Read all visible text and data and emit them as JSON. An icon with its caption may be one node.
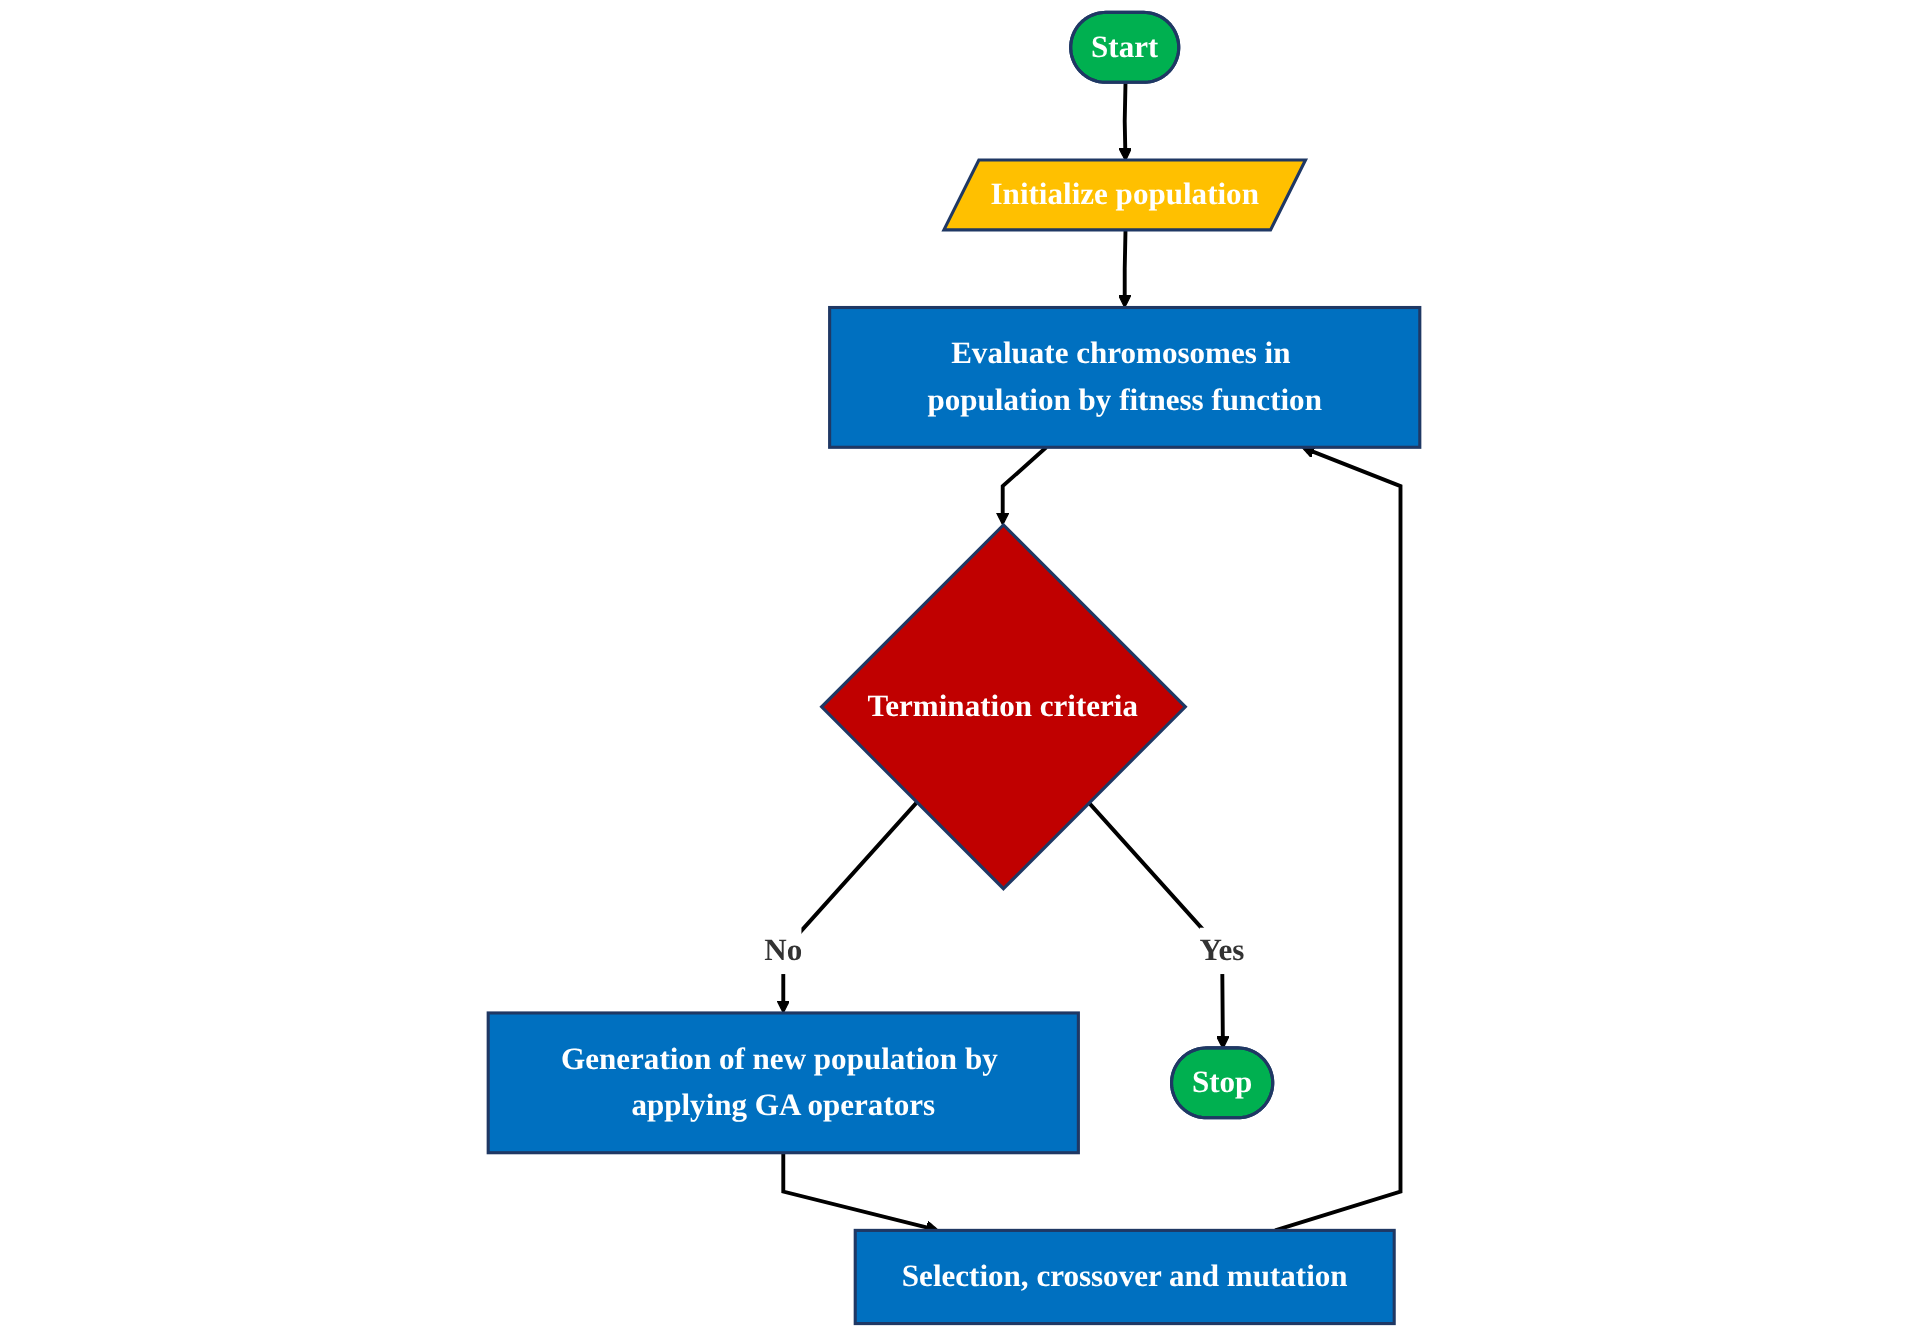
{
  "diagram": {
    "nodes": [
      {
        "text": [
          "Start"
        ]
      },
      {
        "text": [
          "Initialize population"
        ]
      },
      {
        "text": [
          "Evaluate chromosomes in population by fitness function"
        ]
      },
      {
        "text": [
          "Termination criteria"
        ]
      },
      {
        "text": [
          "Generation of new population by applying GA operators"
        ]
      },
      {
        "text": [
          "Selection, crossover and mutation"
        ]
      },
      {
        "text": [
          "Stop"
        ]
      }
    ],
    "edges": [
      {
        "from": 0,
        "to": 1,
        "arrow": "to"
      },
      {
        "from": 1,
        "to": 2,
        "arrow": "to"
      },
      {
        "from": 2,
        "to": 3,
        "arrow": "to"
      },
      {
        "from": 3,
        "to": 4,
        "arrow": "to",
        "label": "No"
      },
      {
        "from": 4,
        "to": 5,
        "arrow": "to"
      },
      {
        "from": 5,
        "to": 2,
        "arrow": "to"
      },
      {
        "from": 3,
        "to": 6,
        "arrow": "to",
        "label": "Yes"
      }
    ]
  }
}
